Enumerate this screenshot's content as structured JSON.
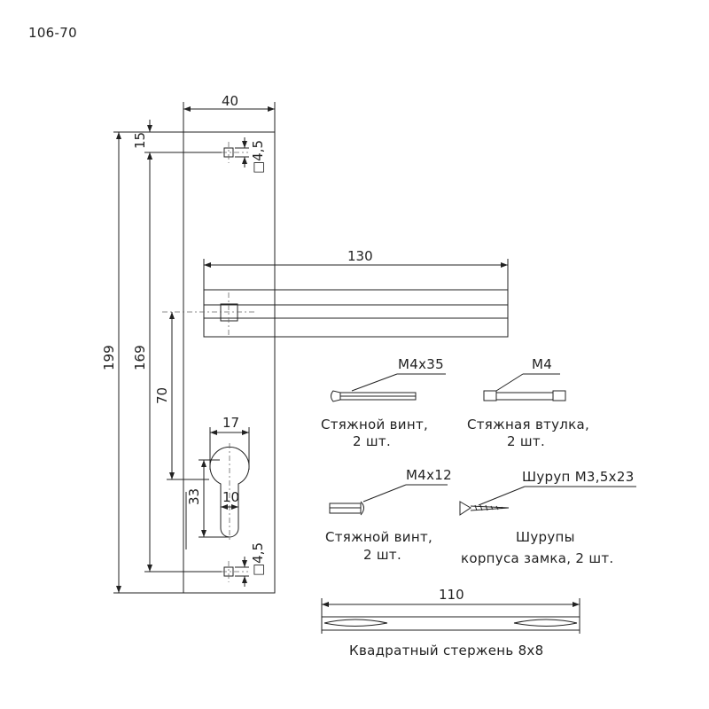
{
  "model": "106-70",
  "dimensions": {
    "plate_width": "40",
    "lever_length": "130",
    "total_height": "199",
    "hole_to_hole": "169",
    "top_offset": "15",
    "square_hole_top": "□4,5",
    "square_hole_bottom": "□4,5",
    "axis_distance": "70",
    "cylinder_width": "17",
    "cylinder_height": "33",
    "cylinder_circle": "10",
    "rod_length": "110"
  },
  "parts": {
    "screw_long": {
      "spec": "M4x35",
      "name": "Стяжной винт,",
      "qty": "2 шт."
    },
    "bushing": {
      "spec": "M4",
      "name": "Стяжная втулка,",
      "qty": "2 шт."
    },
    "screw_short": {
      "spec": "M4x12",
      "name": "Стяжной винт,",
      "qty": "2 шт."
    },
    "wood_screw": {
      "spec": "Шуруп М3,5х23",
      "name": "Шурупы",
      "qty": "корпуса замка, 2 шт."
    },
    "rod": {
      "name": "Квадратный стержень 8х8"
    }
  }
}
